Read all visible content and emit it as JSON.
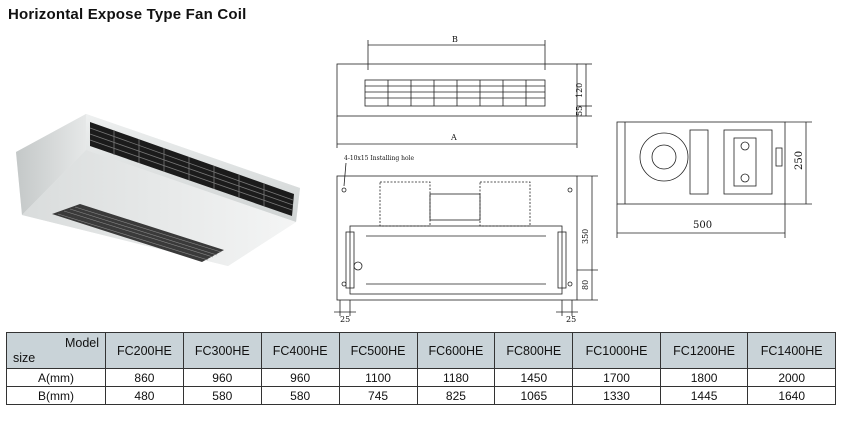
{
  "title": "Horizontal Expose Type Fan Coil",
  "drawing": {
    "label_b": "B",
    "label_a": "A",
    "dim_120": "120",
    "dim_55": "55",
    "installing_hole": "4-10x15 Installing hole",
    "dim_350": "350",
    "dim_80": "80",
    "dim_25_left": "25",
    "dim_25_right": "25",
    "dim_250": "250",
    "dim_500": "500"
  },
  "table": {
    "corner_model": "Model",
    "corner_size": "size",
    "models": [
      "FC200HE",
      "FC300HE",
      "FC400HE",
      "FC500HE",
      "FC600HE",
      "FC800HE",
      "FC1000HE",
      "FC1200HE",
      "FC1400HE"
    ],
    "rows": [
      {
        "label": "A(mm)",
        "values": [
          "860",
          "960",
          "960",
          "1100",
          "1180",
          "1450",
          "1700",
          "1800",
          "2000"
        ]
      },
      {
        "label": "B(mm)",
        "values": [
          "480",
          "580",
          "580",
          "745",
          "825",
          "1065",
          "1330",
          "1445",
          "1640"
        ]
      }
    ]
  }
}
